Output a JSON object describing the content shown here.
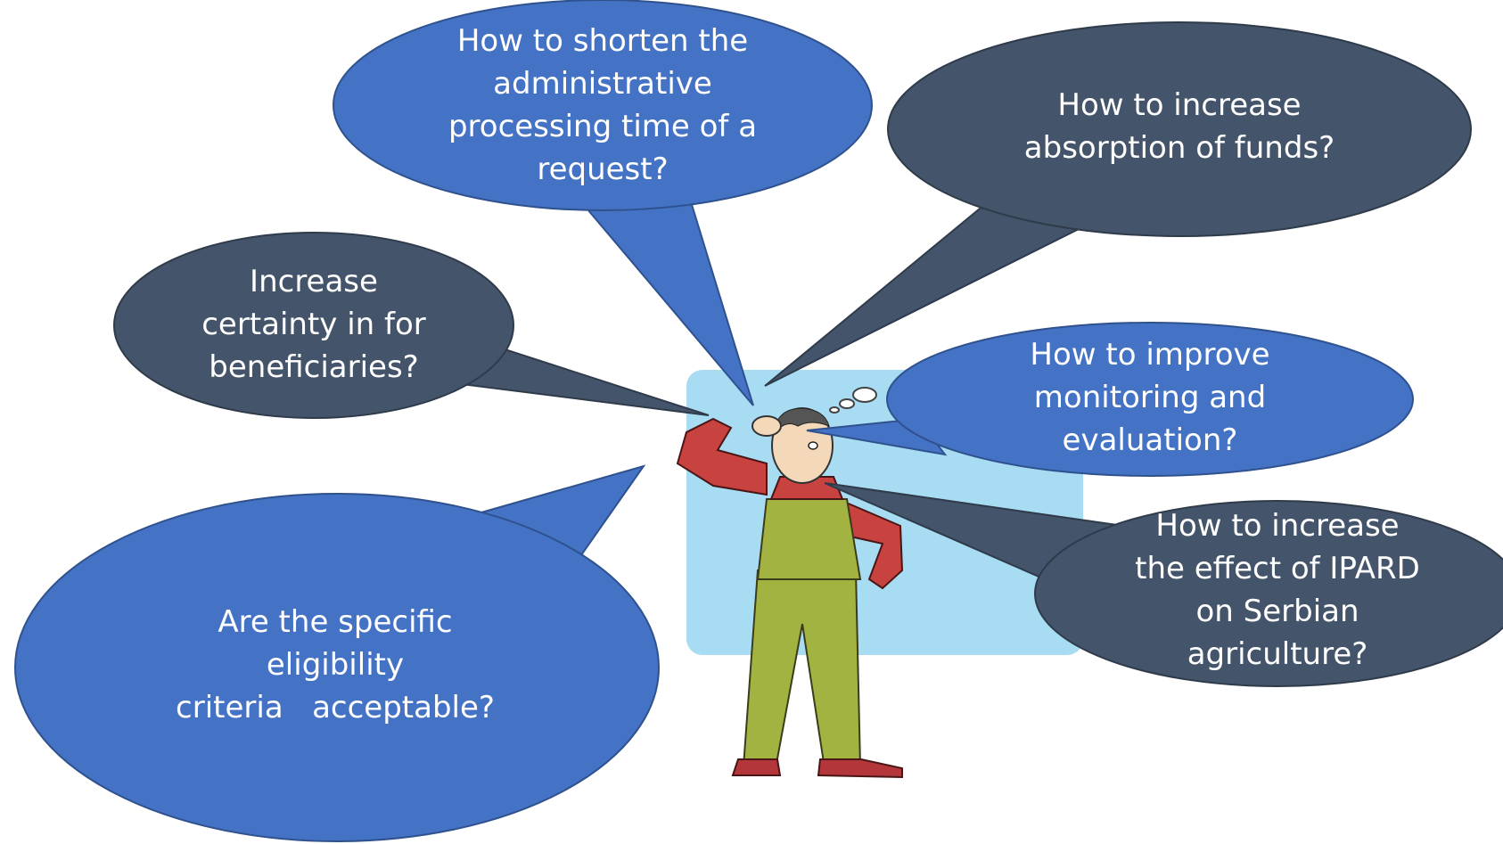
{
  "colors": {
    "blue_bubble": "#4472C4",
    "slate_bubble": "#44546A",
    "backdrop": "#A7DCF3"
  },
  "figure": {
    "description_icon": "farmer-scratching-head-icon"
  },
  "bubbles": {
    "shorten": {
      "color": "blue",
      "lines": [
        "How to shorten the",
        "administrative",
        "processing time of a",
        "request?"
      ]
    },
    "absorption": {
      "color": "slate",
      "lines": [
        "How to increase",
        "absorption of funds?"
      ]
    },
    "certainty": {
      "color": "slate",
      "lines": [
        "Increase",
        "certainty in for",
        "beneficiaries?"
      ]
    },
    "monitoring": {
      "color": "blue",
      "lines": [
        "How to improve",
        "monitoring and",
        "evaluation?"
      ]
    },
    "ipard": {
      "color": "slate",
      "lines": [
        "How to increase",
        "the effect of IPARD",
        "on Serbian",
        "agriculture?"
      ]
    },
    "eligibility": {
      "color": "blue",
      "lines": [
        "Are the specific",
        "eligibility",
        "criteria   acceptable?"
      ]
    }
  }
}
